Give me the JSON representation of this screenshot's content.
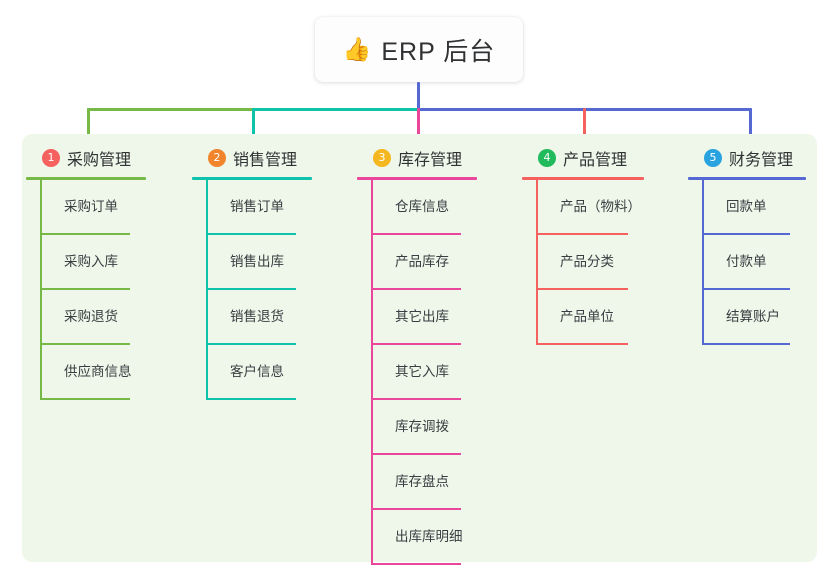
{
  "root": {
    "emoji": "👍",
    "emoji_name": "thumbs-up-icon",
    "title": "ERP 后台"
  },
  "colors": {
    "panel_bg": "#eef7ea",
    "page_bg": "#ffffff",
    "connector_green": "#76b947",
    "connector_teal": "#0fc2ac",
    "connector_blue": "#5568d3",
    "connector_pink": "#e8479b",
    "connector_red": "#f4615f",
    "badge_1": "#f4615f",
    "badge_2": "#f2852c",
    "badge_3": "#f5b720",
    "badge_4": "#21ba5c",
    "badge_5": "#29a3e0",
    "rule_1": "#76b947",
    "rule_2": "#0fc2ac",
    "rule_3": "#e8479b",
    "rule_4": "#f4615f",
    "rule_5": "#5568d3",
    "text_dark": "#303133",
    "text_item": "#3a3d41"
  },
  "columns": [
    {
      "index": "1",
      "title": "采购管理",
      "badge_color": "#f4615f",
      "line_color": "#76b947",
      "items": [
        "采购订单",
        "采购入库",
        "采购退货",
        "供应商信息"
      ]
    },
    {
      "index": "2",
      "title": "销售管理",
      "badge_color": "#f2852c",
      "line_color": "#0fc2ac",
      "items": [
        "销售订单",
        "销售出库",
        "销售退货",
        "客户信息"
      ]
    },
    {
      "index": "3",
      "title": "库存管理",
      "badge_color": "#f5b720",
      "line_color": "#e8479b",
      "items": [
        "仓库信息",
        "产品库存",
        "其它出库",
        "其它入库",
        "库存调拨",
        "库存盘点",
        "出库库明细"
      ]
    },
    {
      "index": "4",
      "title": "产品管理",
      "badge_color": "#21ba5c",
      "line_color": "#f4615f",
      "items": [
        "产品（物料）",
        "产品分类",
        "产品单位"
      ]
    },
    {
      "index": "5",
      "title": "财务管理",
      "badge_color": "#29a3e0",
      "line_color": "#5568d3",
      "items": [
        "回款单",
        "付款单",
        "结算账户"
      ]
    }
  ]
}
